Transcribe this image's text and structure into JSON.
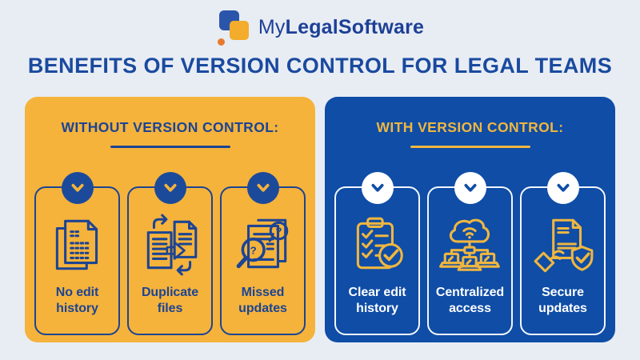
{
  "brand": {
    "name_regular": "My",
    "name_bold": "LegalSoftware",
    "logo_colors": {
      "square_blue": "#2B55AB",
      "square_yellow": "#F3AC2B",
      "dot_orange": "#E87A2E",
      "text": "#1D3F96"
    }
  },
  "title": "BENEFITS OF VERSION CONTROL FOR LEGAL TEAMS",
  "colors": {
    "background": "#E8EDF4",
    "navy": "#1C4494",
    "panel_yellow": "#F5B33B",
    "panel_blue": "#0F4DA6",
    "gold_accent": "#EFB640",
    "white": "#FFFFFF"
  },
  "panels": {
    "without": {
      "heading": "WITHOUT VERSION CONTROL:",
      "cards": [
        {
          "label": "No edit history",
          "label_lines": [
            "No edit",
            "history"
          ],
          "icon": "no-edit-history-icon",
          "badge_icon": "chevron-down-icon"
        },
        {
          "label": "Duplicate files",
          "label_lines": [
            "Duplicate",
            "files"
          ],
          "icon": "duplicate-files-icon",
          "badge_icon": "chevron-down-icon"
        },
        {
          "label": "Missed updates",
          "label_lines": [
            "Missed",
            "updates"
          ],
          "icon": "missed-updates-icon",
          "badge_icon": "chevron-down-icon"
        }
      ]
    },
    "with": {
      "heading": "WITH VERSION CONTROL:",
      "cards": [
        {
          "label": "Clear edit history",
          "label_lines": [
            "Clear edit",
            "history"
          ],
          "icon": "clipboard-check-icon",
          "badge_icon": "chevron-down-icon"
        },
        {
          "label": "Centralized access",
          "label_lines": [
            "Centralized",
            "access"
          ],
          "icon": "cloud-network-icon",
          "badge_icon": "chevron-down-icon"
        },
        {
          "label": "Secure updates",
          "label_lines": [
            "Secure",
            "updates"
          ],
          "icon": "secure-document-icon",
          "badge_icon": "chevron-down-icon"
        }
      ]
    }
  }
}
